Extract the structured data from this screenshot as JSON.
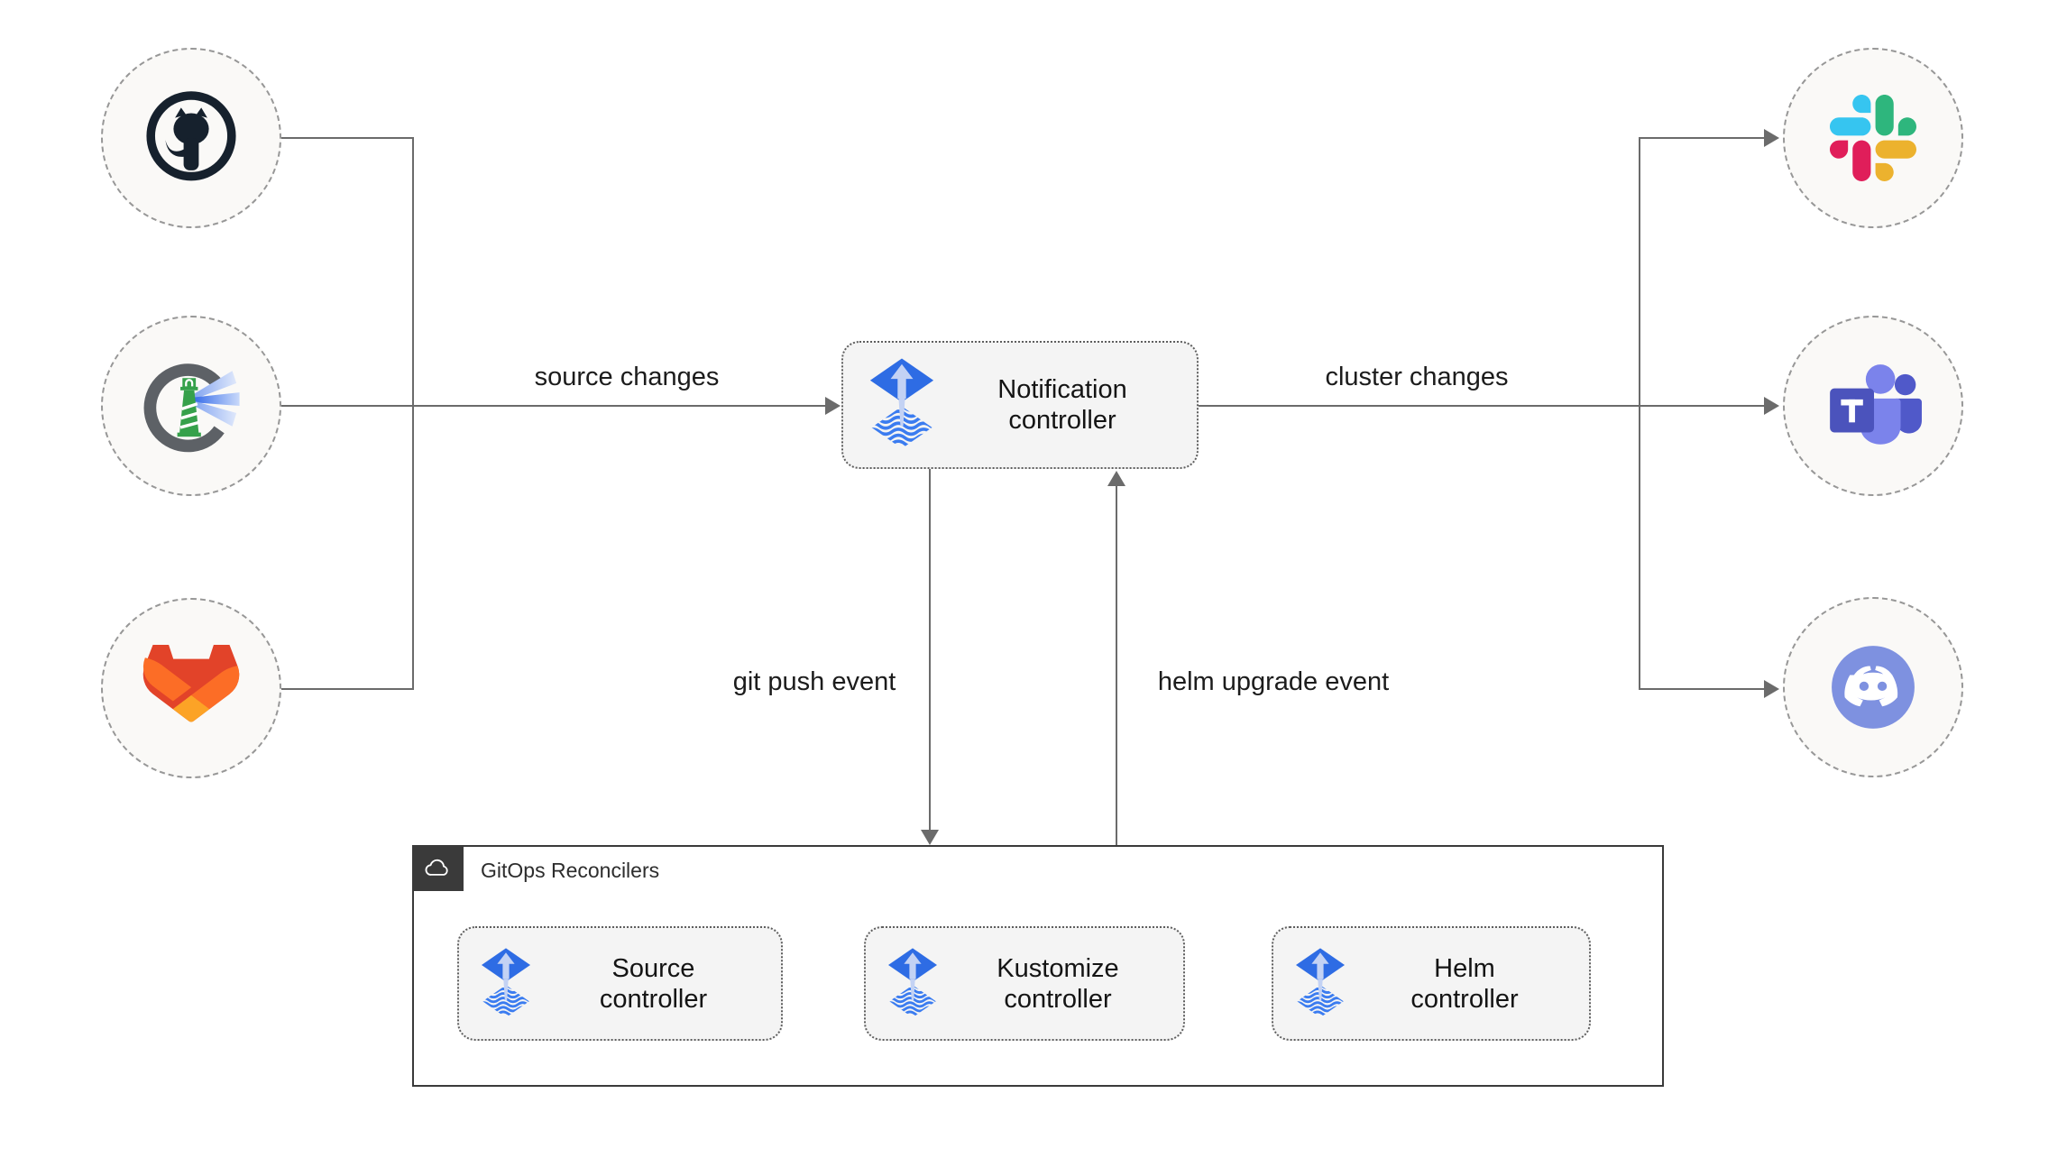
{
  "edge_labels": {
    "source_changes": "source changes",
    "cluster_changes": "cluster changes",
    "git_push_event": "git push event",
    "helm_upgrade_event": "helm upgrade event"
  },
  "nodes": {
    "notification_controller": {
      "line1": "Notification",
      "line2": "controller"
    },
    "source_controller": {
      "line1": "Source",
      "line2": "controller"
    },
    "kustomize_controller": {
      "line1": "Kustomize",
      "line2": "controller"
    },
    "helm_controller": {
      "line1": "Helm",
      "line2": "controller"
    },
    "gitops_group": {
      "label": "GitOps Reconcilers"
    }
  },
  "icons": {
    "controllers": "flux-icon",
    "group_badge": "cloud-icon",
    "sources": [
      "github-icon",
      "harbor-icon",
      "gitlab-icon"
    ],
    "targets": [
      "slack-icon",
      "teams-icon",
      "discord-icon"
    ]
  },
  "colors": {
    "flux_blue": "#2e6ce4",
    "flux_wave_blue": "#3b7cf0",
    "flux_light_blue": "#c3d2f4",
    "line_gray": "#6b6b6b",
    "node_fill": "#f4f4f4",
    "node_border": "#5e5e5e",
    "circle_fill": "#faf9f7",
    "circle_border": "#979797",
    "group_border": "#3a3a3a",
    "slack_blue": "#36c5f0",
    "slack_green": "#2eb67d",
    "slack_yellow": "#ecb22e",
    "slack_red": "#e01e5a",
    "gitlab_red": "#e24329",
    "gitlab_orange": "#fc6d26",
    "gitlab_yellow": "#fca326",
    "teams_purple": "#5059c9",
    "teams_light_purple": "#7b83eb",
    "discord_blurple": "#7e91e0",
    "harbor_green": "#36a14b",
    "github_dark": "#16212d"
  }
}
